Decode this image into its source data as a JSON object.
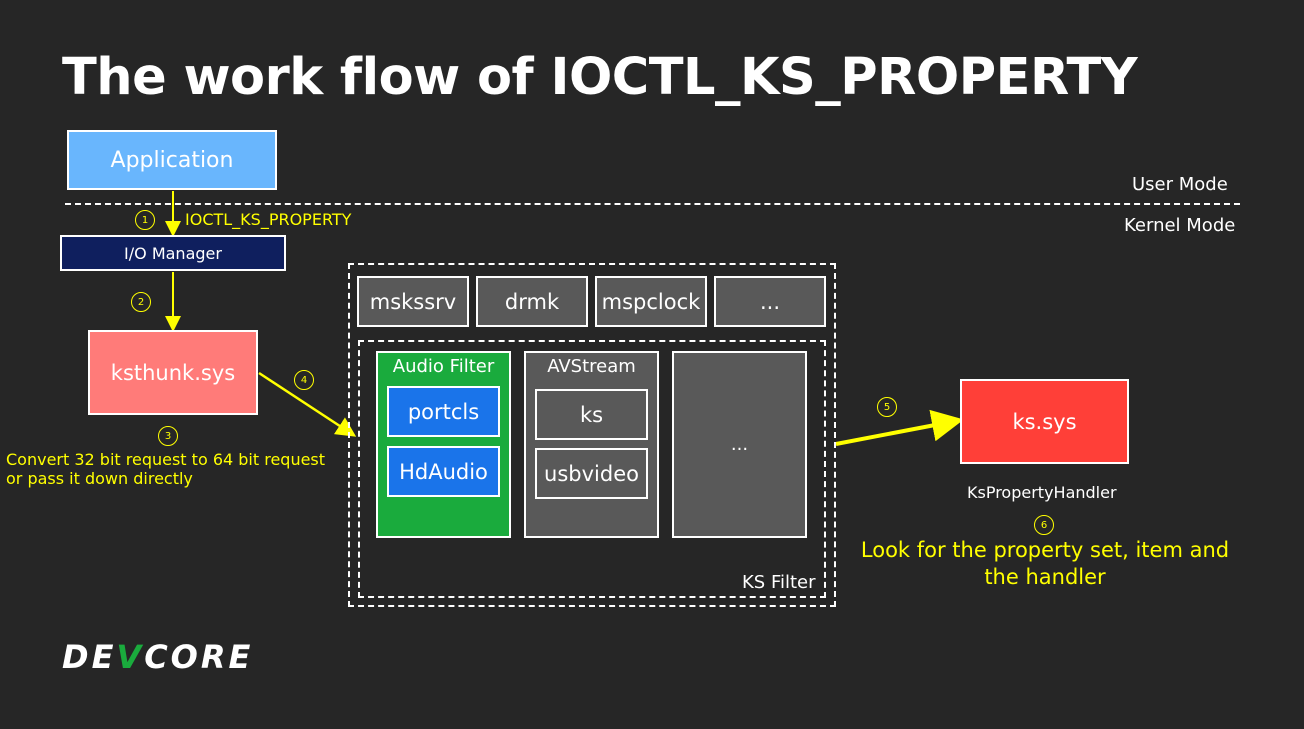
{
  "title": "The work flow of IOCTL_KS_PROPERTY",
  "modes": {
    "user": "User Mode",
    "kernel": "Kernel Mode"
  },
  "nodes": {
    "application": "Application",
    "io_manager": "I/O Manager",
    "ksthunk": "ksthunk.sys",
    "ks_sys": "ks.sys"
  },
  "steps": {
    "s1": {
      "num": "1",
      "label": "IOCTL_KS_PROPERTY"
    },
    "s2": {
      "num": "2"
    },
    "s3": {
      "num": "3",
      "line1": "Convert 32 bit request to 64 bit request",
      "line2": "or pass it down directly"
    },
    "s4": {
      "num": "4"
    },
    "s5": {
      "num": "5",
      "label": "KsPropertyHandler"
    },
    "s6": {
      "num": "6",
      "line1": "Look for the property set, item and",
      "line2": "the handler"
    }
  },
  "minidrivers": [
    "mskssrv",
    "drmk",
    "mspclock",
    "..."
  ],
  "ks_filter": {
    "label": "KS Filter",
    "audio_filter": {
      "label": "Audio Filter",
      "items": [
        "portcls",
        "HdAudio"
      ]
    },
    "avstream": {
      "label": "AVStream",
      "items": [
        "ks",
        "usbvideo"
      ]
    },
    "more": "..."
  },
  "logo": {
    "part1": "DE",
    "part2": "V",
    "part3": "CORE"
  },
  "colors": {
    "background": "#262626",
    "application": "#69b6fd",
    "io_manager": "#0f1f5e",
    "ksthunk": "#ff7b79",
    "ks_sys": "#ff3f38",
    "audio_filter": "#1aab3d",
    "blue_item": "#1a74ea",
    "gray": "#595959",
    "highlight": "#ffff00"
  }
}
